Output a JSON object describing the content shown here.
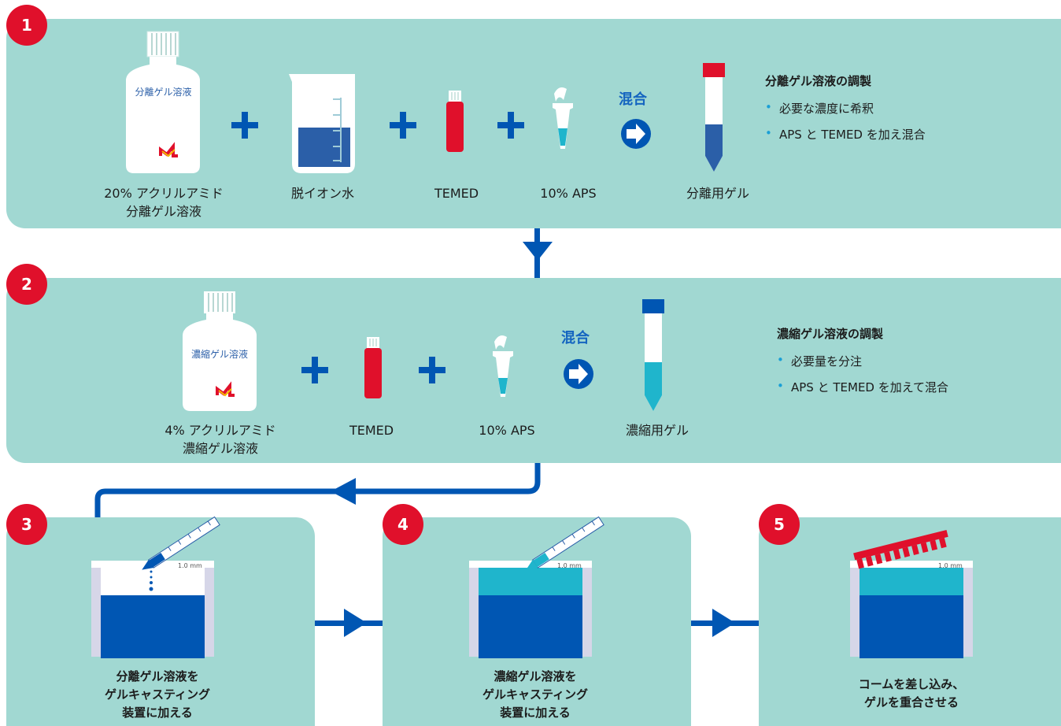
{
  "step1": {
    "badge": "1",
    "bottle_label": "分離ゲル溶液",
    "items": [
      {
        "line1": "20% アクリルアミド",
        "line2": "分離ゲル溶液"
      },
      {
        "line1": "脱イオン水"
      },
      {
        "line1": "TEMED"
      },
      {
        "line1": "10% APS"
      },
      {
        "line1": "分離用ゲル"
      }
    ],
    "mix_label": "混合",
    "side_title": "分離ゲル溶液の調製",
    "side_items": [
      "必要な濃度に希釈",
      "APS と TEMED を加え混合"
    ]
  },
  "step2": {
    "badge": "2",
    "bottle_label": "濃縮ゲル溶液",
    "items": [
      {
        "line1": "4% アクリルアミド",
        "line2": "濃縮ゲル溶液"
      },
      {
        "line1": "TEMED"
      },
      {
        "line1": "10% APS"
      },
      {
        "line1": "濃縮用ゲル"
      }
    ],
    "mix_label": "混合",
    "side_title": "濃縮ゲル溶液の調製",
    "side_items": [
      "必要量を分注",
      "APS と TEMED を加えて混合"
    ]
  },
  "step3": {
    "badge": "3",
    "caption": [
      "分離ゲル溶液を",
      "ゲルキャスティング",
      "装置に加える"
    ],
    "mm": "1.0 mm"
  },
  "step4": {
    "badge": "4",
    "caption": [
      "濃縮ゲル溶液を",
      "ゲルキャスティング",
      "装置に加える"
    ],
    "mm": "1.0 mm"
  },
  "step5": {
    "badge": "5",
    "caption": [
      "コームを差し込み、",
      "ゲルを重合させる"
    ],
    "mm": "1.0 mm"
  },
  "colors": {
    "panel": "#a1d8d2",
    "badge": "#e0102b",
    "dark_blue": "#0056b3",
    "cyan": "#1fb5cc",
    "red": "#e0102b"
  }
}
